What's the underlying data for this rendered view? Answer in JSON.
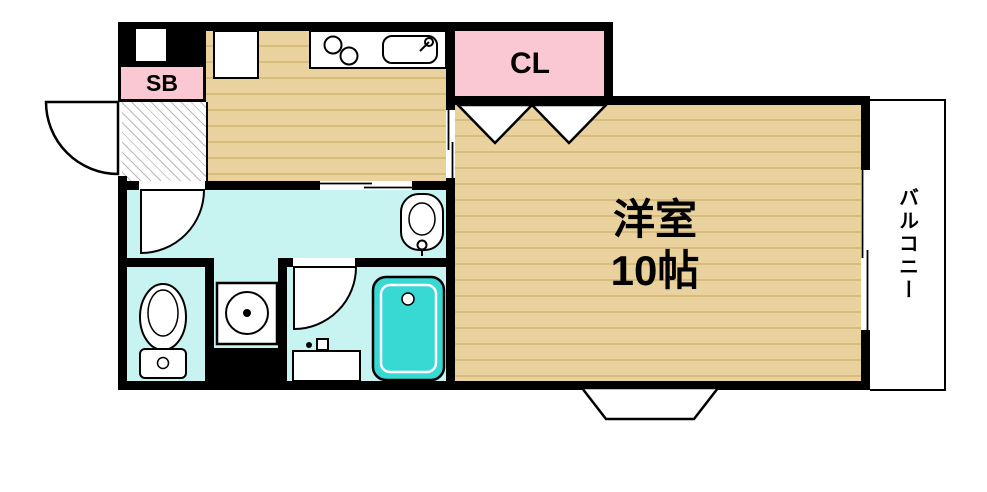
{
  "floorplan": {
    "type": "apartment-floor-plan",
    "labels": {
      "shoe_box": "SB",
      "closet": "CL",
      "main_room_name": "洋室",
      "main_room_size": "10帖",
      "balcony": "バルコニー"
    },
    "colors": {
      "wall": "#000000",
      "tatami": "#e9d29d",
      "tatami-stripe": "#d8bc7d",
      "pink": "#f9c8d3",
      "wet": "#c7f3f1",
      "tub": "#38d8d3",
      "hatch": "#b9b9b9"
    },
    "fixtures": [
      "entrance-door-swing",
      "shoe-box",
      "pipe-shaft",
      "kitchen-counter",
      "stove-burners",
      "kitchen-sink",
      "closet-bifold-doors",
      "interior-door-swing",
      "washbasin",
      "washing-machine",
      "toilet",
      "bathroom-door-swing",
      "bathtub",
      "bathroom-vanity",
      "sliding-door",
      "balcony-window",
      "bay-window-step"
    ]
  }
}
